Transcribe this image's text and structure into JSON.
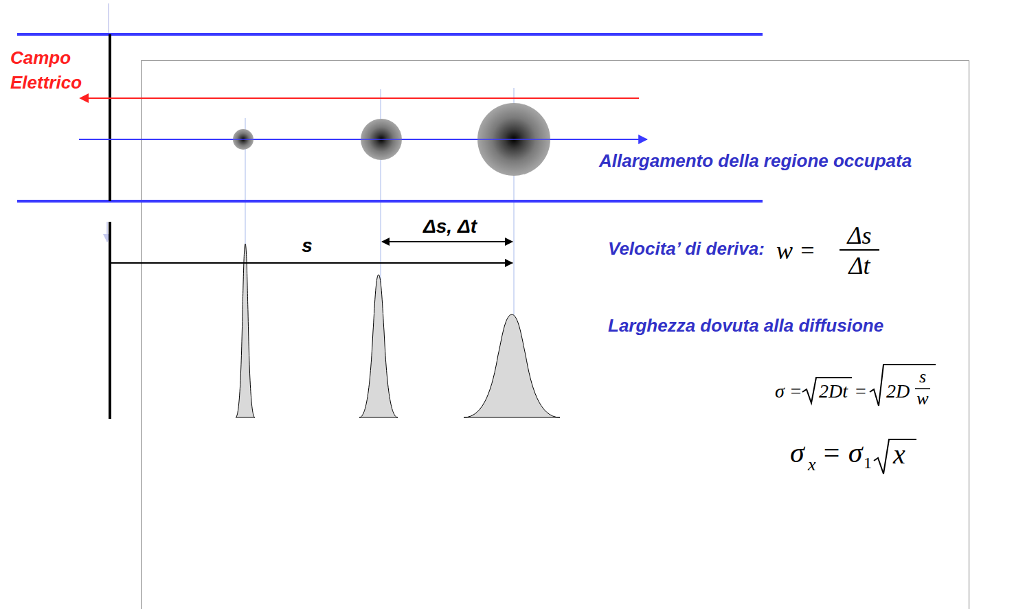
{
  "diagram": {
    "labels": [
      "Campo Elettrico",
      "Allargamento della regione occupata",
      "Δs, Δt",
      "s",
      "Velocita’ di deriva:",
      "w =",
      "Δs",
      "Δt",
      "Larghezza dovuta alla diffusione",
      "σ =",
      "2Dt",
      "=",
      "2D",
      "s",
      "w",
      "σ",
      "x",
      "= σ",
      "1",
      "x"
    ]
  }
}
